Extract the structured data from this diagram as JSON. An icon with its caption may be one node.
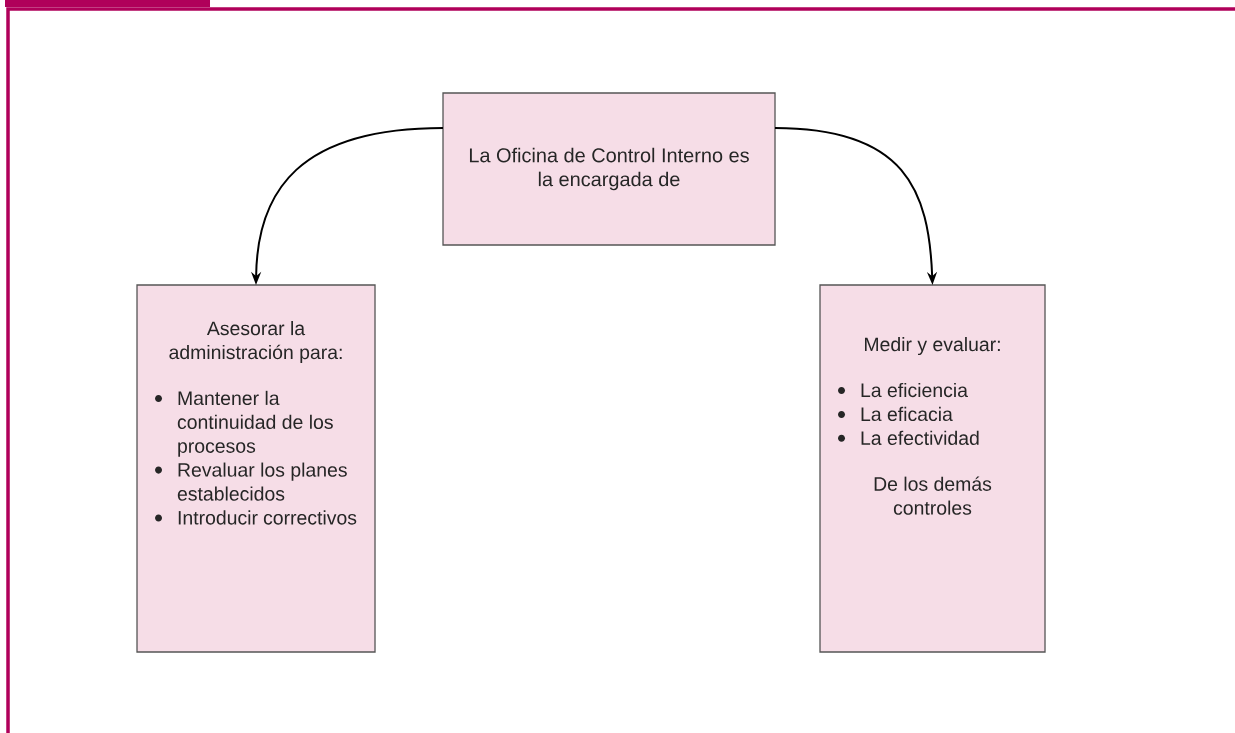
{
  "diagram": {
    "nodes": [
      {
        "text": [
          "La Oficina de Control Interno es la encargada de"
        ]
      },
      {
        "text": [
          "Asesorar la administración para:",
          "Mantener la continuidad de los procesos",
          "Revaluar los planes establecidos",
          "Introducir correctivos"
        ]
      },
      {
        "text": [
          "Medir y evaluar:",
          "La eficiencia",
          "La eficacia",
          "La efectividad",
          "De los demás controles"
        ]
      }
    ],
    "edges": [
      {
        "from": 0,
        "to": 1,
        "arrow": "to"
      },
      {
        "from": 0,
        "to": 2,
        "arrow": "to"
      }
    ]
  }
}
